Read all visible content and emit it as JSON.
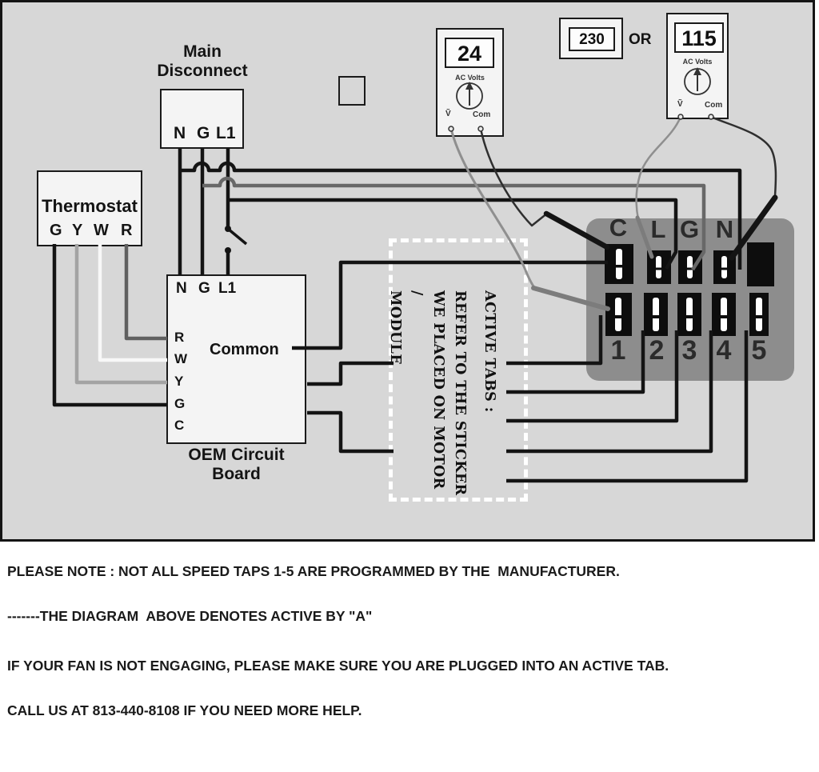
{
  "diagram": {
    "main_disconnect": {
      "label": "Main Disconnect",
      "terminals": [
        "N",
        "G",
        "L1"
      ]
    },
    "thermostat": {
      "label": "Thermostat",
      "terminals": [
        "G",
        "Y",
        "W",
        "R"
      ]
    },
    "oem_board": {
      "label": "OEM Circuit Board",
      "top_terminals": [
        "N",
        "G",
        "L1"
      ],
      "left_terminals": [
        "R",
        "W",
        "Y",
        "G",
        "C"
      ],
      "common_label": "Common"
    },
    "meter_24": {
      "reading": "24",
      "scale_label": "AC Volts",
      "volts_probe": "Ṽ",
      "com_probe": "Com"
    },
    "supply_230": {
      "reading": "230"
    },
    "or_label": "OR",
    "meter_115": {
      "reading": "115",
      "scale_label": "AC Volts",
      "volts_probe": "Ṽ",
      "com_probe": "Com"
    },
    "terminal_block": {
      "top_labels": [
        "C",
        "L",
        "G",
        "N"
      ],
      "tap_labels": [
        "1",
        "2",
        "3",
        "4",
        "5"
      ]
    },
    "active_tabs_note": {
      "lines": [
        "ACTIVE TABS :",
        "REFER TO THE STICKER",
        "WE PLACED ON MOTOR /",
        "MODULE"
      ]
    }
  },
  "notes": [
    "PLEASE NOTE : NOT ALL SPEED TAPS 1-5 ARE PROGRAMMED BY THE  MANUFACTURER.",
    "-------THE DIAGRAM  ABOVE DENOTES ACTIVE BY \"A\"",
    "IF YOUR FAN IS NOT ENGAGING, PLEASE MAKE SURE YOU ARE PLUGGED INTO AN ACTIVE TAB.",
    "CALL US AT 813-440-8108 IF YOU NEED MORE HELP."
  ],
  "colors": {
    "diagram_bg": "#d7d7d7",
    "terminal_block_bg": "#8d8d8d",
    "wire_black": "#141414",
    "wire_gray": "#686868",
    "wire_white": "#f8f8f8"
  }
}
